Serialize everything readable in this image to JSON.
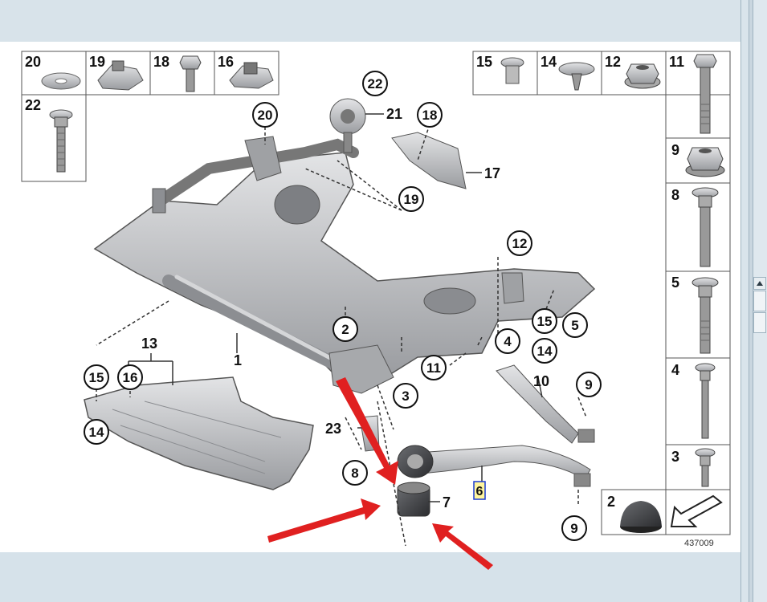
{
  "diagram": {
    "image_code": "437009",
    "highlighted_label": "6",
    "callout_labels": {
      "c22_top": "22",
      "c20_mid": "20",
      "c18_mid": "18",
      "c19_mid": "19",
      "c12_mid": "12",
      "c2": "2",
      "c15_right": "15",
      "c5_right": "5",
      "c4": "4",
      "c14_right": "14",
      "c11_mid": "11",
      "c10": "10",
      "c9_upper": "9",
      "c3": "3",
      "c8_mid": "8",
      "c15_left": "15",
      "c16_left": "16",
      "c14_left": "14",
      "c9_lower": "9"
    },
    "plain_labels": {
      "l21": "21",
      "l17": "17",
      "l1": "1",
      "l13": "13",
      "l23": "23",
      "l7": "7"
    },
    "parts_boxes": {
      "top_left": [
        "20",
        "19",
        "18",
        "16"
      ],
      "left_second": "22",
      "top_right": [
        "15",
        "14",
        "12",
        "11"
      ],
      "right_column": [
        "9",
        "8",
        "5",
        "4",
        "3"
      ],
      "bottom_right": "2"
    }
  }
}
